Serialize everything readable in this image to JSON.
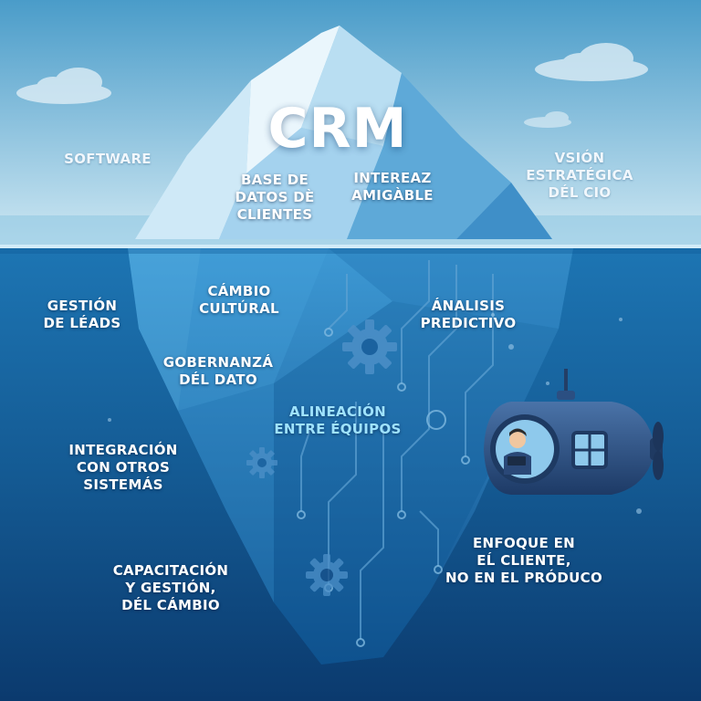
{
  "title": "CRM",
  "colors": {
    "sky_top": "#4a9cc9",
    "sky_bottom": "#cfe8f3",
    "sea_top": "#1d75b3",
    "sea_bottom": "#0b3a6e",
    "ice_light": "#eaf6fc",
    "ice_mid": "#8fc8e8",
    "ice_deep": "#2a82c2",
    "circuit": "#5fa2d3",
    "label_highlight": "#9fe3ff",
    "submarine": "#2b4f82"
  },
  "icons": [
    "gear-icon",
    "circuit-lines",
    "submarine",
    "cloud"
  ],
  "above_water": {
    "left": [
      "SOFTWARE"
    ],
    "tip_left": [
      "BASE DE",
      "DATOS DÈ",
      "CLIENTES"
    ],
    "tip_right": [
      "INTEREAZ",
      "AMIGÀBLE"
    ],
    "right": [
      "VSIÓN",
      "ESTRATÉGICA",
      "DÉL CIO"
    ]
  },
  "below_water": {
    "cambio_cultural": [
      "CÁMBIO",
      "CULTÚRAL"
    ],
    "analisis": [
      "ÁNALISIS",
      "PREDICTIVO"
    ],
    "gestion_leads": [
      "GESTIÓN",
      "DE LÉADS"
    ],
    "gobernanza": [
      "GOBERNANZÁ",
      "DÉL DATO"
    ],
    "alineacion": [
      "ALINEACIÓN",
      "ENTRE ÉQUIPOS"
    ],
    "integracion": [
      "INTEGRACIÓN",
      "CON OTROS",
      "SISTEMÁS"
    ],
    "enfoque": [
      "ENFOQUE EN",
      "EĹ CLIENTE,",
      "NO EN EL PRÓDUCO"
    ],
    "capacitacion": [
      "CAPACITACIÓN",
      "Y GESTIÓN,",
      "DÉL CÁMBIO"
    ]
  }
}
